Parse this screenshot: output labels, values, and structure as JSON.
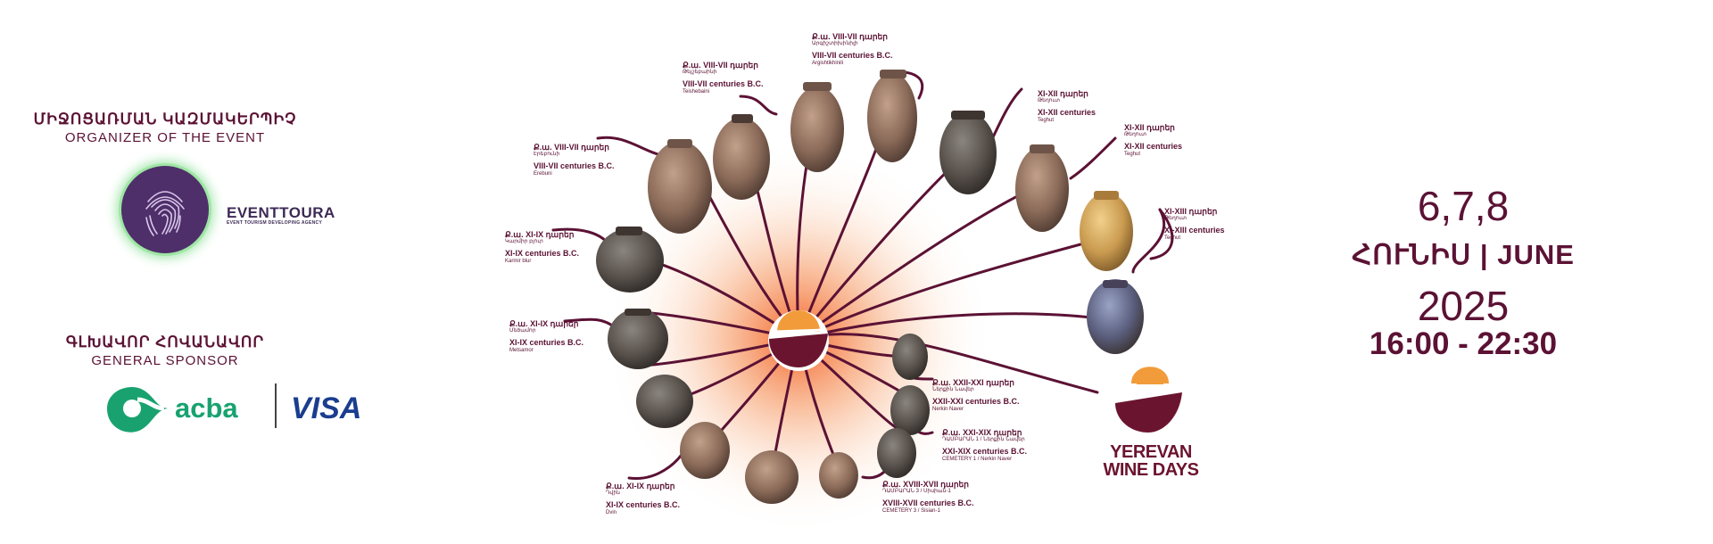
{
  "organizer": {
    "title_hy": "ՄԻՋՈՑԱՌՄԱՆ ԿԱԶՄԱԿԵՐՊԻՉ",
    "title_en": "ORGANIZER OF THE EVENT",
    "name": "EVENTTOURA",
    "tagline": "EVENT TOURISM DEVELOPING AGENCY",
    "logo_icon": "fingerprint-icon"
  },
  "sponsor": {
    "title_hy": "ԳԼԽԱՎՈՐ ՀՈՎԱՆԱՎՈՐ",
    "title_en": "GENERAL SPONSOR",
    "bank": "acba",
    "card": "VISA",
    "bank_color": "#19a26f",
    "card_color": "#1a3d8f"
  },
  "event": {
    "dates": "6,7,8",
    "month": "ՀՈՒՆԻՍ | JUNE",
    "year": "2025",
    "time": "16:00  -  22:30",
    "logo_line1": "YEREVAN",
    "logo_line2": "WINE DAYS"
  },
  "colors": {
    "brand": "#5b1234",
    "accent": "#f28c4b",
    "logo_orange": "#f29b3a"
  },
  "jars": [
    {
      "hy": "Ք.ա. VIII-VII դարեր",
      "place_hy": "Արգիշտիխինիլի",
      "en": "VIII-VII centuries B.C.",
      "place_en": "Argishtikhinili"
    },
    {
      "hy": "Ք.ա. VIII-VII դարեր",
      "place_hy": "Թեյշեբաինի",
      "en": "VIII-VII centuries B.C.",
      "place_en": "Teishebaini"
    },
    {
      "hy": "Ք.ա. VIII-VII դարեր",
      "place_hy": "Էրեբունի",
      "en": "VIII-VII centuries B.C.",
      "place_en": "Erebuni"
    },
    {
      "hy": "Ք.ա. XI-IX դարեր",
      "place_hy": "Կարմիր բլուր",
      "en": "XI-IX centuries B.C.",
      "place_en": "Karmir blur"
    },
    {
      "hy": "Ք.ա. XI-IX դարեր",
      "place_hy": "Մեծամոր",
      "en": "XI-IX centuries B.C.",
      "place_en": "Metsamor"
    },
    {
      "hy": "Ք.ա. XI-IX դարեր",
      "place_hy": "Դվին",
      "en": "XI-IX centuries B.C.",
      "place_en": "Dvin"
    },
    {
      "hy": "Ք.ա. XVIII-XVII դարեր",
      "place_hy": "ԴԱՄԲԱՐԱՆ 3 / Սիսիան-1",
      "en": "XVIII-XVII centuries B.C.",
      "place_en": "CEMETERY 3 / Sisian-1"
    },
    {
      "hy": "Ք.ա. XXI-XIX դարեր",
      "place_hy": "ԴԱՄԲԱՐԱՆ 1 / Ներքին Նավեր",
      "en": "XXI-XIX centuries B.C.",
      "place_en": "CEMETERY 1 / Nerkin Naver"
    },
    {
      "hy": "Ք.ա. XXII-XXI դարեր",
      "place_hy": "Ներքին Նավեր",
      "en": "XXII-XXI centuries B.C.",
      "place_en": "Nerkin Naver"
    },
    {
      "hy": "XI-XII դարեր",
      "place_hy": "Թեղուտ",
      "en": "XI-XII centuries",
      "place_en": "Teghut"
    },
    {
      "hy": "XI-XII դարեր",
      "place_hy": "Թեղուտ",
      "en": "XI-XII centuries",
      "place_en": "Teghut"
    },
    {
      "hy": "XI-XIII դարեր",
      "place_hy": "Թեղուտ",
      "en": "XI-XIII centuries",
      "place_en": "Teghut"
    }
  ]
}
